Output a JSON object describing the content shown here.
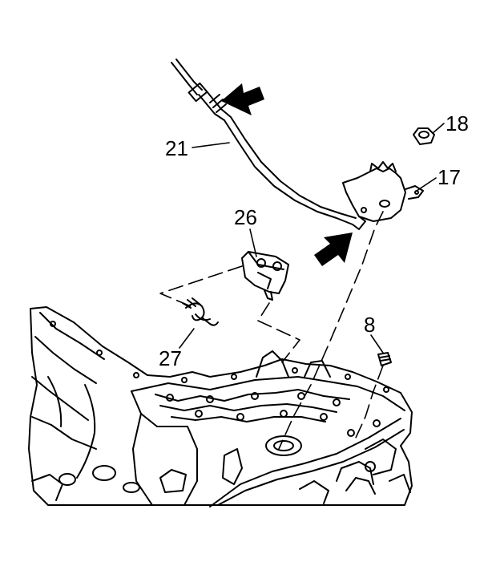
{
  "callouts": {
    "c21": "21",
    "c26": "26",
    "c27": "27",
    "c18": "18",
    "c17": "17",
    "c8": "8"
  },
  "colors": {
    "line": "#000000",
    "background": "#ffffff"
  }
}
